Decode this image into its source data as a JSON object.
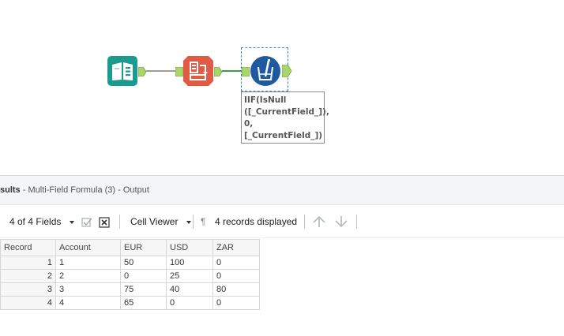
{
  "canvas": {
    "tools": [
      {
        "name": "input-data-tool",
        "color": "#1a9b8e"
      },
      {
        "name": "transpose-tool",
        "color": "#e05a44"
      },
      {
        "name": "multi-field-formula-tool",
        "color": "#1f5a9e"
      }
    ],
    "anchor_color": "#a9d66a",
    "connection_color": "#3aa14a",
    "annotation": "IIF(IsNull\n([_CurrentField_]),\n0,[_CurrentField_])"
  },
  "results": {
    "title_bold": "sults",
    "title_rest": " - Multi-Field Formula (3) - Output",
    "toolbar": {
      "fields_label": "4 of 4 Fields",
      "viewer_label": "Cell Viewer",
      "pilcrow": "¶",
      "records_label": "4 records displayed"
    },
    "columns": [
      "Record",
      "Account",
      "EUR",
      "USD",
      "ZAR"
    ],
    "rows": [
      [
        "1",
        "1",
        "50",
        "100",
        "0"
      ],
      [
        "2",
        "2",
        "0",
        "25",
        "0"
      ],
      [
        "3",
        "3",
        "75",
        "40",
        "80"
      ],
      [
        "4",
        "4",
        "65",
        "0",
        "0"
      ]
    ]
  }
}
